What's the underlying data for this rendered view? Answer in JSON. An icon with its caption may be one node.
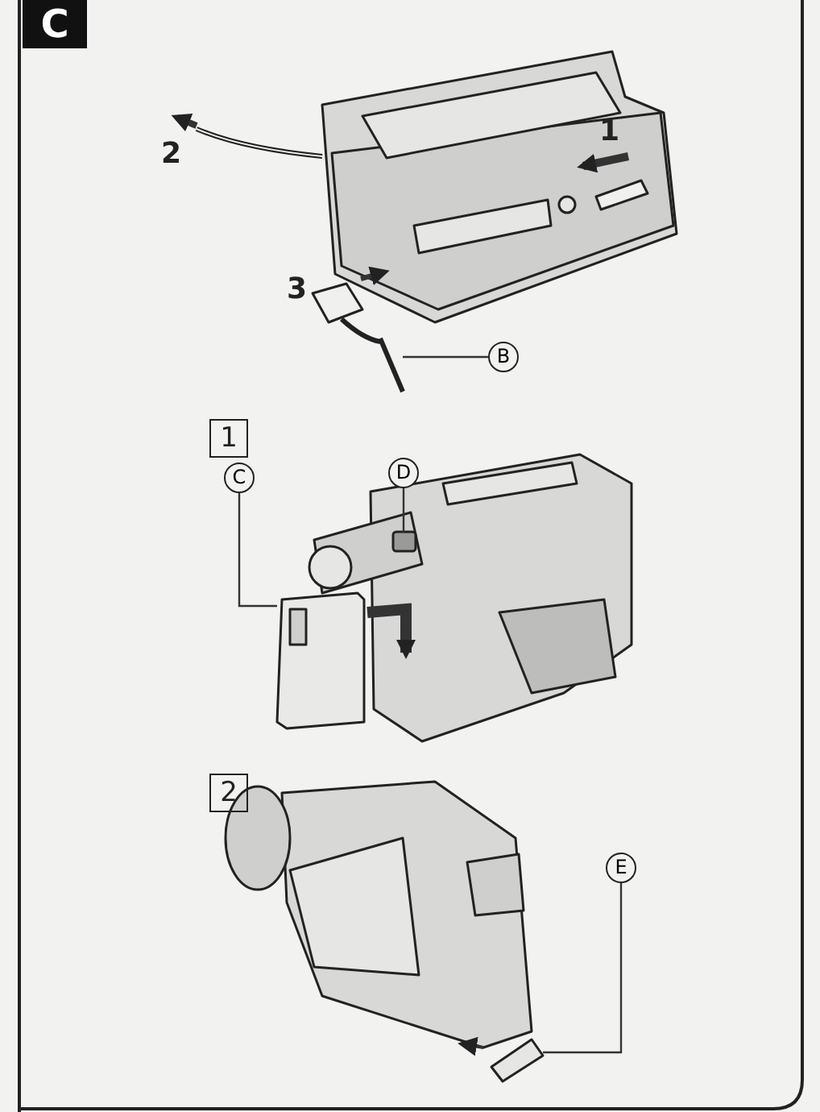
{
  "diagram": {
    "nodes": [
      {
        "text": [
          "B"
        ]
      },
      {
        "text": [],
        "shape": "picture"
      },
      {
        "text": [
          "C"
        ]
      },
      {
        "text": [],
        "shape": "picture"
      },
      {
        "text": [
          "D"
        ]
      },
      {
        "text": [],
        "shape": "box"
      },
      {
        "text": [
          "E"
        ]
      },
      {
        "text": [],
        "shape": "picture"
      }
    ],
    "edges": [
      {
        "from": 0,
        "to": 1,
        "arrow": "none"
      },
      {
        "from": 2,
        "to": 3,
        "arrow": "none"
      },
      {
        "from": 4,
        "to": 5,
        "arrow": "none"
      },
      {
        "from": 6,
        "to": 7,
        "arrow": "none"
      }
    ],
    "labels": [
      "C",
      "1",
      "2",
      "3",
      "1",
      "2"
    ]
  }
}
